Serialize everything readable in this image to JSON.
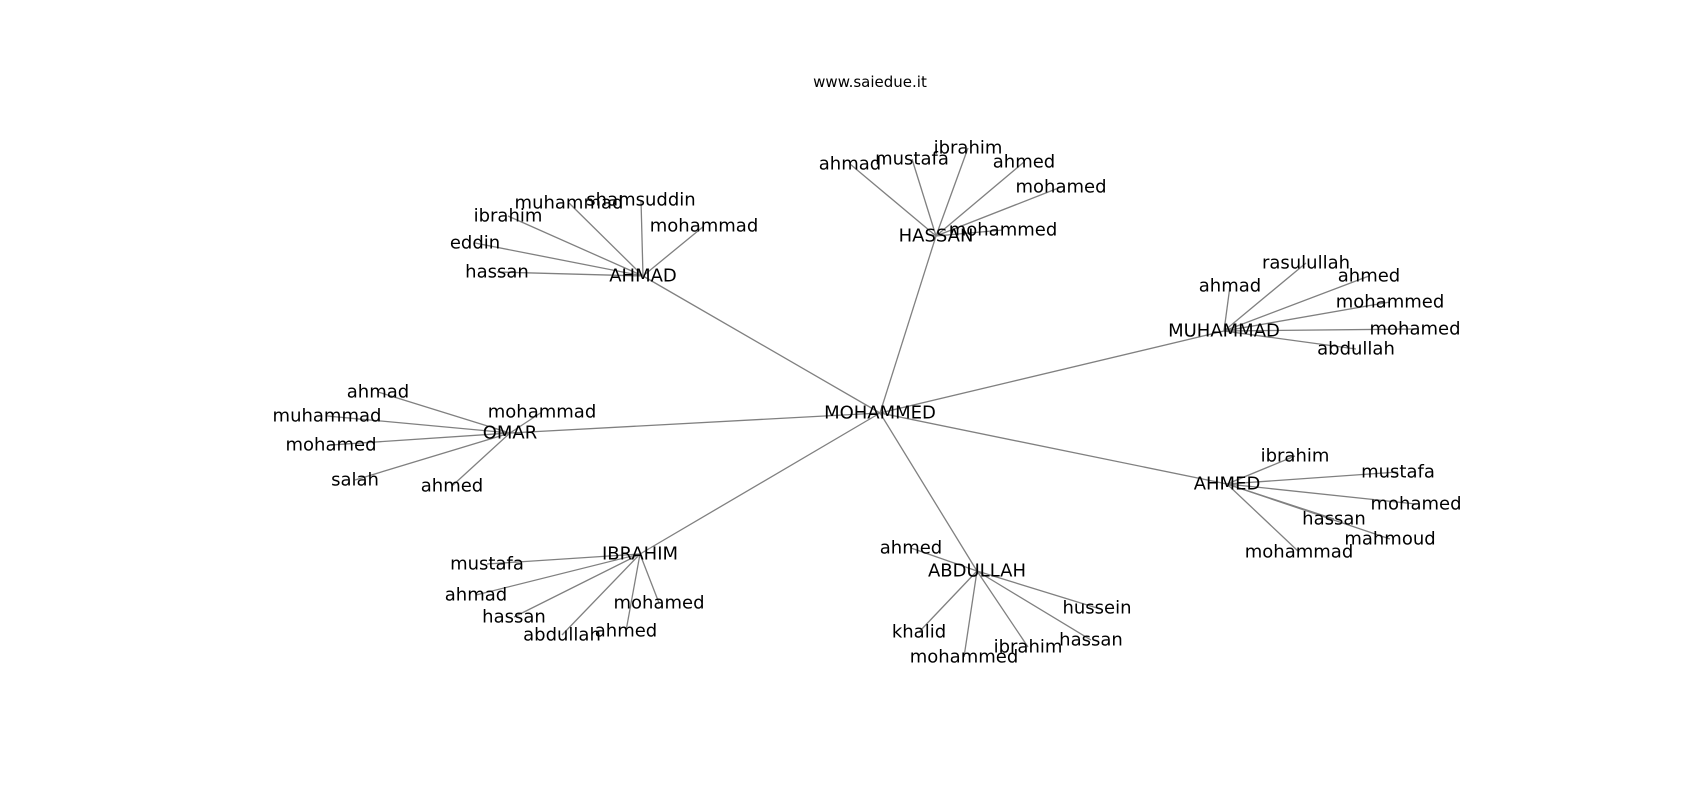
{
  "header": {
    "site": "www.saiedue.it"
  },
  "graph": {
    "root": "MOHAMMED",
    "clusters": [
      {
        "name": "HASSAN",
        "children": [
          "ahmad",
          "mustafa",
          "ibrahim",
          "ahmed",
          "mohamed",
          "mohammed"
        ]
      },
      {
        "name": "AHMAD",
        "children": [
          "muhammad",
          "shamsuddin",
          "ibrahim",
          "mohammad",
          "eddin",
          "hassan"
        ]
      },
      {
        "name": "MUHAMMAD",
        "children": [
          "rasulullah",
          "ahmad",
          "ahmed",
          "mohammed",
          "mohamed",
          "abdullah"
        ]
      },
      {
        "name": "OMAR",
        "children": [
          "ahmad",
          "muhammad",
          "mohammad",
          "mohamed",
          "salah",
          "ahmed"
        ]
      },
      {
        "name": "AHMED",
        "children": [
          "ibrahim",
          "mustafa",
          "mohamed",
          "hassan",
          "mahmoud",
          "mohammad"
        ]
      },
      {
        "name": "IBRAHIM",
        "children": [
          "mustafa",
          "ahmad",
          "mohamed",
          "hassan",
          "abdullah",
          "ahmed"
        ]
      },
      {
        "name": "ABDULLAH",
        "children": [
          "ahmed",
          "hussein",
          "khalid",
          "hassan",
          "ibrahim",
          "mohammed"
        ]
      }
    ]
  }
}
